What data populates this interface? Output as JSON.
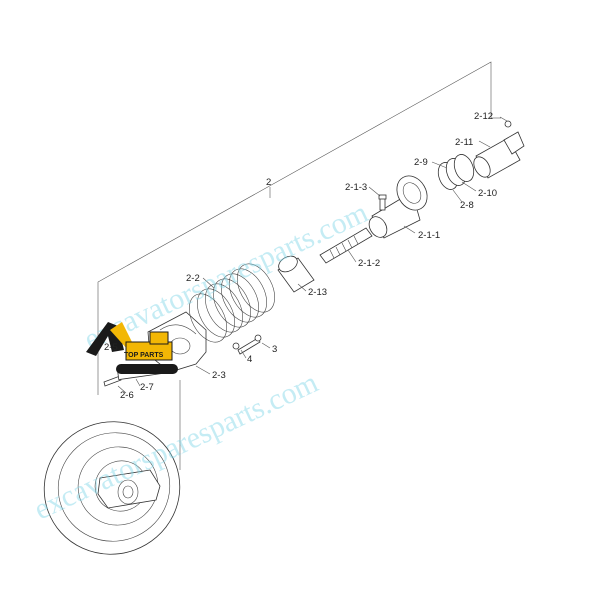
{
  "diagram": {
    "assembly_label": "2",
    "labels": {
      "p2_12": "2-12",
      "p2_11": "2-11",
      "p2_9": "2-9",
      "p2_10": "2-10",
      "p2_8": "2-8",
      "p2_1_3": "2-1-3",
      "p2_1_1": "2-1-1",
      "p2_1_2": "2-1-2",
      "p2_13": "2-13",
      "p2_2": "2-2",
      "p2_5": "2-5",
      "p3": "3",
      "p4": "4",
      "p2_3": "2-3",
      "p2_7": "2-7",
      "p2_6": "2-6"
    }
  },
  "watermark": {
    "top": "excavatorsparesparts.com",
    "bottom": "excavatorsparesparts.com"
  },
  "logo": {
    "text": "TOP PARTS",
    "colors": {
      "body": "#f2b705",
      "track": "#1a1a1a",
      "text": "#f2b705"
    }
  }
}
